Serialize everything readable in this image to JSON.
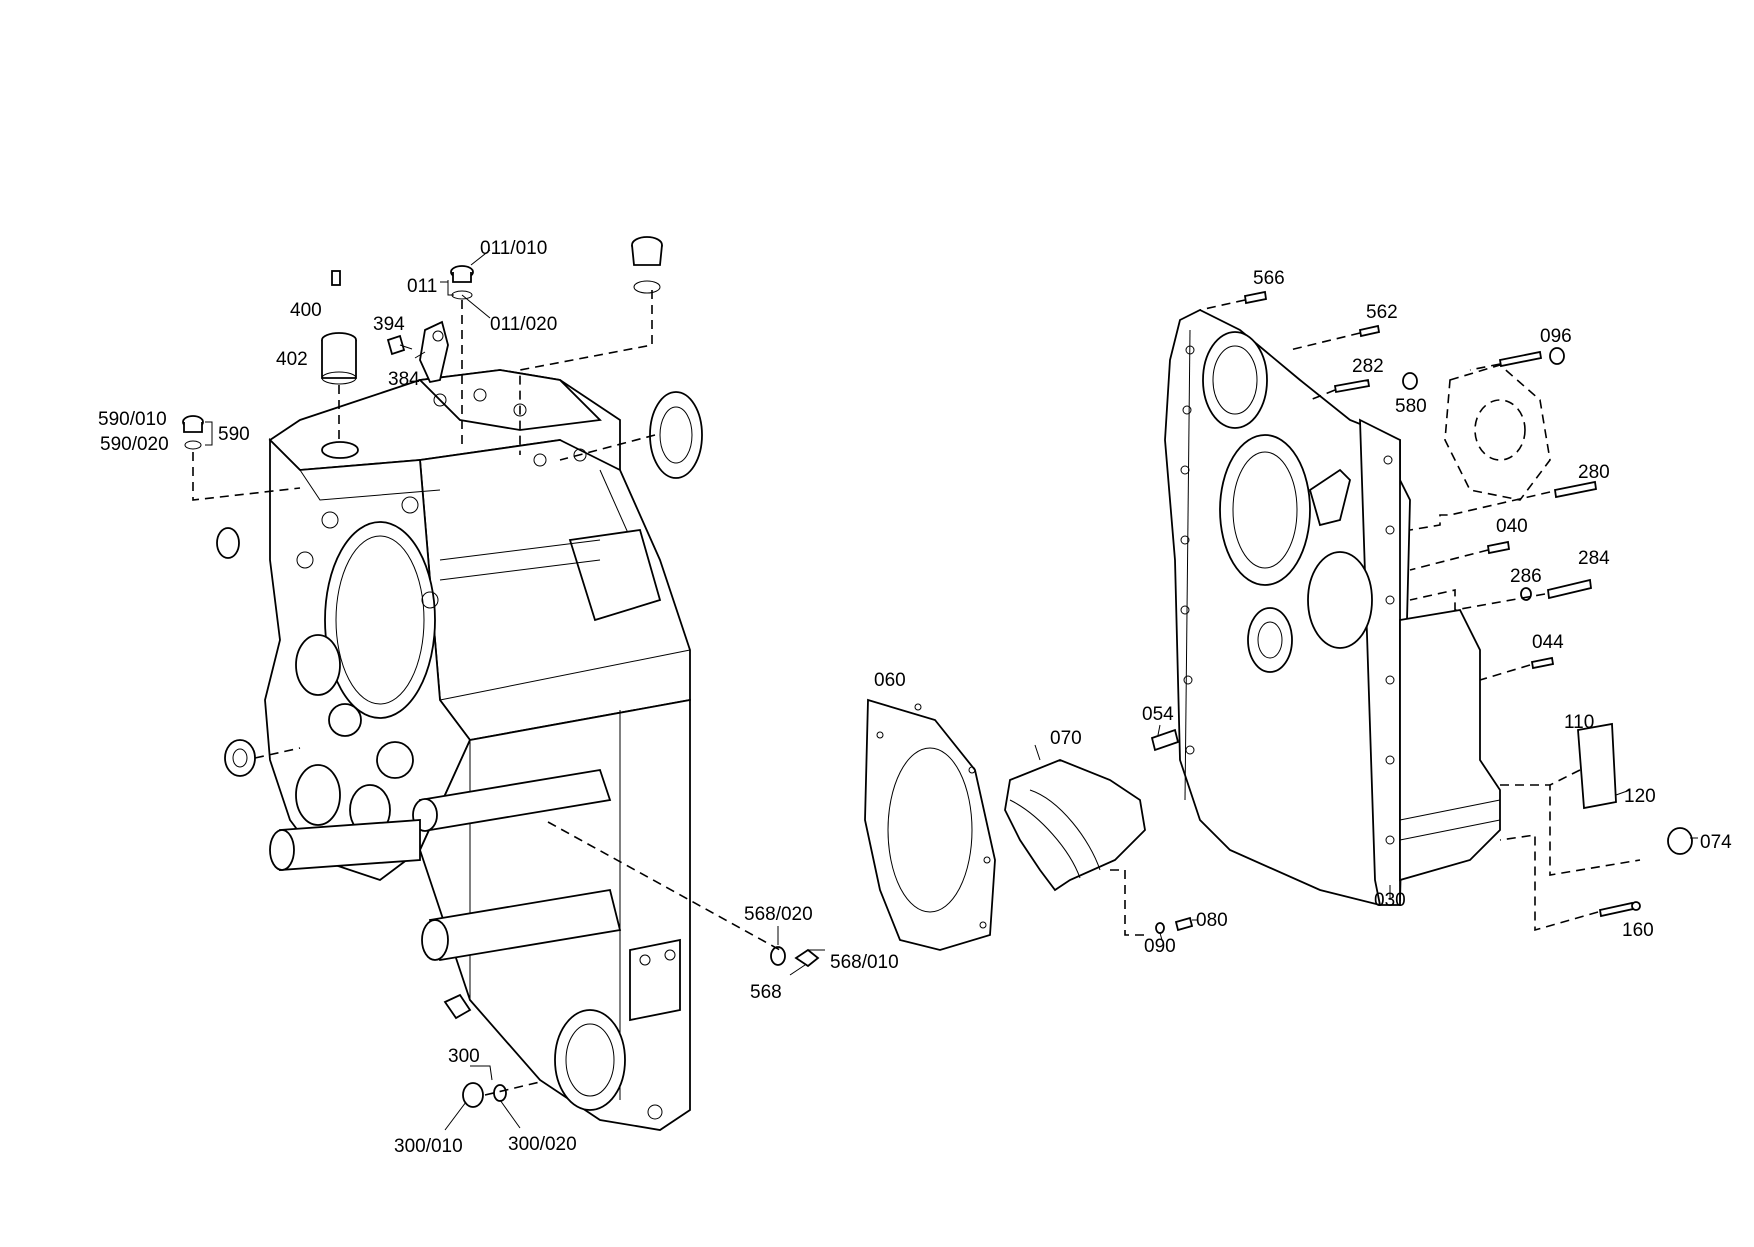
{
  "labels": {
    "p011_010": "011/010",
    "p011": "011",
    "p011_020": "011/020",
    "p400": "400",
    "p394": "394",
    "p402": "402",
    "p384": "384",
    "p590_010": "590/010",
    "p590": "590",
    "p590_020": "590/020",
    "p568_020": "568/020",
    "p568_010": "568/010",
    "p568": "568",
    "p300": "300",
    "p300_010": "300/010",
    "p300_020": "300/020",
    "p060": "060",
    "p070": "070",
    "p054": "054",
    "p080": "080",
    "p090": "090",
    "p566": "566",
    "p562": "562",
    "p282": "282",
    "p580": "580",
    "p096": "096",
    "p280": "280",
    "p040": "040",
    "p286": "286",
    "p284": "284",
    "p044": "044",
    "p110": "110",
    "p120": "120",
    "p074": "074",
    "p030": "030",
    "p160": "160"
  }
}
